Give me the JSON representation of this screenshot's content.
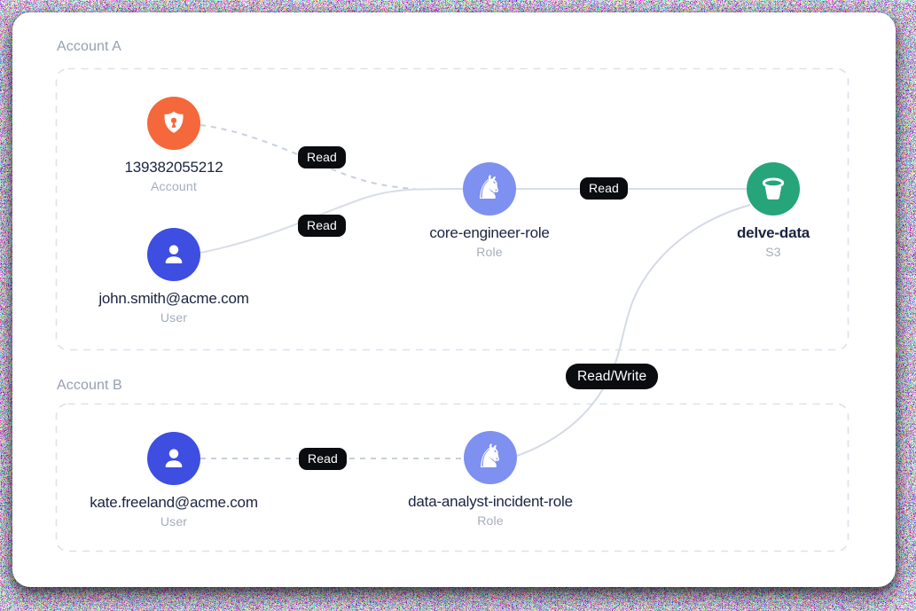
{
  "sections": [
    {
      "label": "Account A"
    },
    {
      "label": "Account B"
    }
  ],
  "nodes": {
    "account": {
      "title": "139382055212",
      "subtitle": "Account",
      "icon": "shield-lock-icon",
      "color": "#f4683c"
    },
    "user_a": {
      "title": "john.smith@acme.com",
      "subtitle": "User",
      "icon": "user-icon",
      "color": "#3d4ee0"
    },
    "role_a": {
      "title": "core-engineer-role",
      "subtitle": "Role",
      "icon": "chess-knight-icon",
      "color": "#7e90f0"
    },
    "bucket": {
      "title": "delve-data",
      "subtitle": "S3",
      "icon": "bucket-icon",
      "color": "#26a57b"
    },
    "user_b": {
      "title": "kate.freeland@acme.com",
      "subtitle": "User",
      "icon": "user-icon",
      "color": "#3d4ee0"
    },
    "role_b": {
      "title": "data-analyst-incident-role",
      "subtitle": "Role",
      "icon": "chess-knight-icon",
      "color": "#7e90f0"
    }
  },
  "edges": [
    {
      "from": "account",
      "to": "role_a",
      "label": "Read",
      "style": "dashed"
    },
    {
      "from": "user_a",
      "to": "role_a",
      "label": "Read",
      "style": "solid"
    },
    {
      "from": "role_a",
      "to": "bucket",
      "label": "Read",
      "style": "solid"
    },
    {
      "from": "user_b",
      "to": "role_b",
      "label": "Read",
      "style": "dashed"
    },
    {
      "from": "role_b",
      "to": "bucket",
      "label": "Read/Write",
      "style": "solid"
    }
  ],
  "palette": {
    "card_background": "#ffffff",
    "pill_background": "#0a0c10",
    "pill_text": "#ffffff",
    "node_title_text": "#1b2340",
    "node_subtitle_text": "#a5adbb",
    "section_label_text": "#96a0b0",
    "boundary_stroke": "#dde1eb",
    "edge_solid_stroke": "#d9dde7",
    "edge_dashed_stroke": "#c8cfdd",
    "account_orange": "#f4683c",
    "user_blue": "#3d4ee0",
    "role_periwinkle": "#7e90f0",
    "s3_green": "#26a57b"
  }
}
